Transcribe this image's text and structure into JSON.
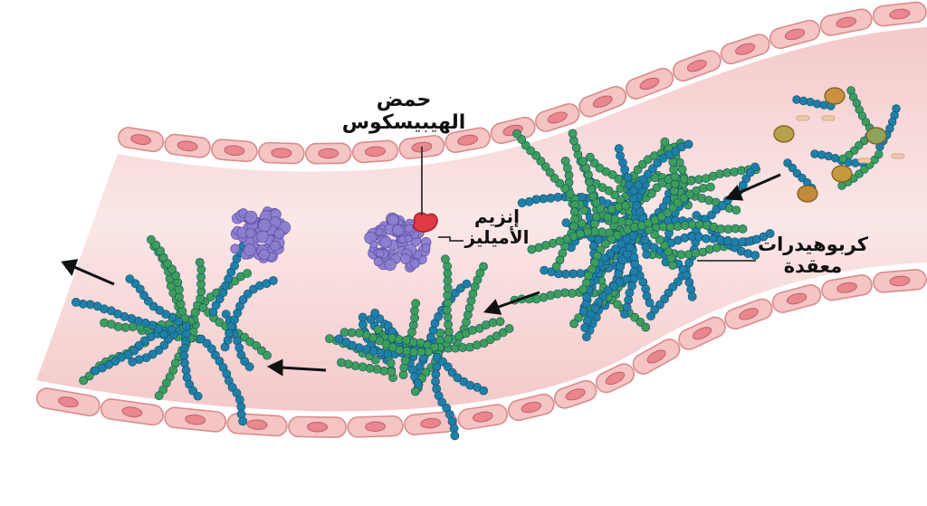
{
  "labels": {
    "hibiscus_acid": [
      "حمض",
      "الهيبيسكوس"
    ],
    "amylase": [
      "إنزيم",
      "الأميليز"
    ],
    "complex_carbs": [
      "كربوهيدرات",
      "معقدة"
    ]
  },
  "colors": {
    "vessel_fill": "#f7dcdc",
    "vessel_wall": "#f0b4b4",
    "vessel_cell": "#f5c5c5",
    "cell_nucleus": "#e9868e",
    "cell_outline": "#d98b8b",
    "chain_blue": "#1f7fa8",
    "chain_green": "#3d9e5b",
    "enzyme_purple": "#8b7fd0",
    "inhibitor_red": "#e03a44",
    "arrow": "#111111",
    "leader_line": "#333333"
  },
  "icons": [
    "enzyme-blob-icon",
    "inhibitor-blob-icon",
    "carbohydrate-network-icon",
    "sugar-fragment-icon",
    "flow-arrow-icon"
  ]
}
